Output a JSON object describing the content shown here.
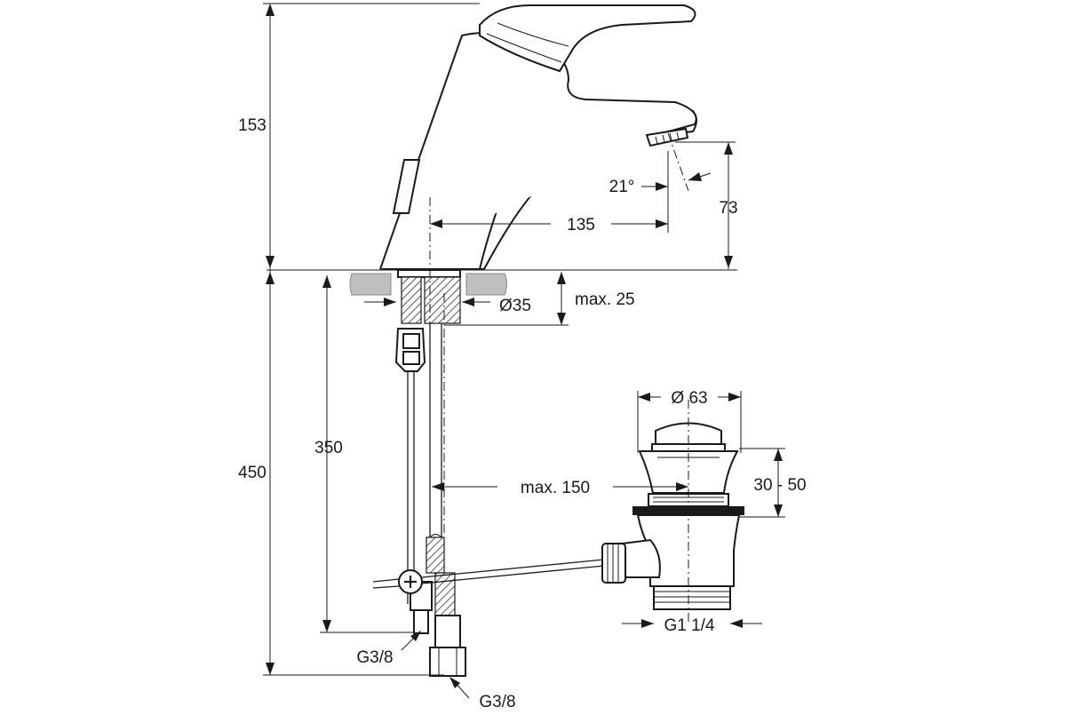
{
  "dimensions": {
    "tap_height": "153",
    "spout_height": "73",
    "spout_angle": "21°",
    "spout_reach": "135",
    "hole_diameter": "Ø35",
    "deck_thickness": "max. 25",
    "pull_rod_length": "350",
    "total_height_below": "450",
    "waste_diameter": "Ø 63",
    "waste_rod_offset": "max. 150",
    "waste_plug_range": "30 - 50",
    "waste_thread": "G1 1/4",
    "hose_thread_left": "G3/8",
    "hose_thread_right": "G3/8"
  }
}
